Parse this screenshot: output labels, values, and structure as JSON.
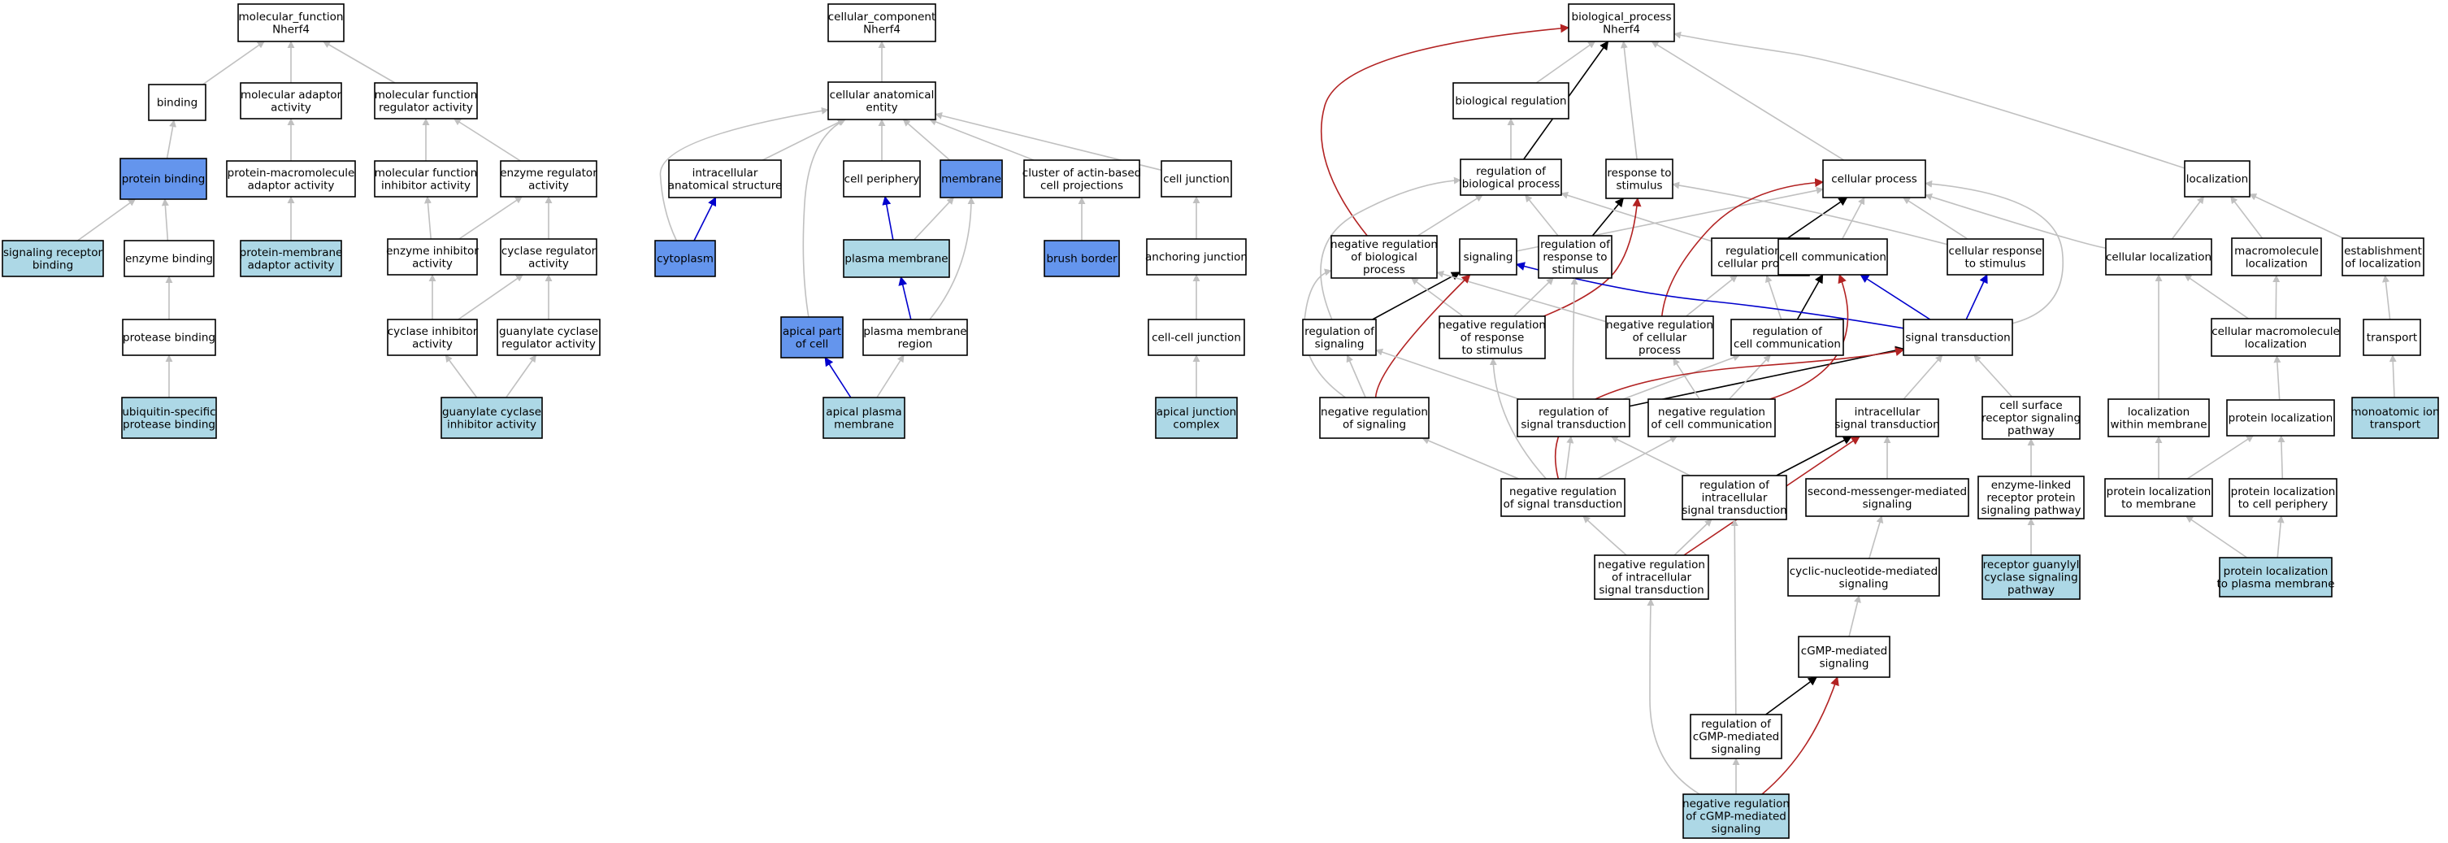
{
  "colors": {
    "plain": "#ffffff",
    "blue": "#6495ed",
    "light": "#add8e6",
    "is_a": "#c0c0c0",
    "part_of": "#0000cd",
    "regulates": "#000000",
    "neg_regulates": "#b22222"
  },
  "nodes": [
    {
      "id": "mf",
      "lines": [
        "molecular_function",
        "Nherf4"
      ],
      "fill": "plain"
    },
    {
      "id": "binding",
      "lines": [
        "binding"
      ],
      "fill": "plain"
    },
    {
      "id": "mol_adaptor",
      "lines": [
        "molecular adaptor",
        "activity"
      ],
      "fill": "plain"
    },
    {
      "id": "mf_reg",
      "lines": [
        "molecular function",
        "regulator activity"
      ],
      "fill": "plain"
    },
    {
      "id": "protein_binding",
      "lines": [
        "protein binding"
      ],
      "fill": "blue"
    },
    {
      "id": "pm_adaptor",
      "lines": [
        "protein-macromolecule",
        "adaptor activity"
      ],
      "fill": "plain"
    },
    {
      "id": "mf_inhib",
      "lines": [
        "molecular function",
        "inhibitor activity"
      ],
      "fill": "plain"
    },
    {
      "id": "enzyme_reg",
      "lines": [
        "enzyme regulator",
        "activity"
      ],
      "fill": "plain"
    },
    {
      "id": "sig_rec_binding",
      "lines": [
        "signaling receptor",
        "binding"
      ],
      "fill": "light"
    },
    {
      "id": "enzyme_binding",
      "lines": [
        "enzyme binding"
      ],
      "fill": "plain"
    },
    {
      "id": "pmem_adaptor",
      "lines": [
        "protein-membrane",
        "adaptor activity"
      ],
      "fill": "light"
    },
    {
      "id": "enzyme_inhib",
      "lines": [
        "enzyme inhibitor",
        "activity"
      ],
      "fill": "plain"
    },
    {
      "id": "cyclase_reg",
      "lines": [
        "cyclase regulator",
        "activity"
      ],
      "fill": "plain"
    },
    {
      "id": "protease_binding",
      "lines": [
        "protease binding"
      ],
      "fill": "plain"
    },
    {
      "id": "cyclase_inhib",
      "lines": [
        "cyclase inhibitor",
        "activity"
      ],
      "fill": "plain"
    },
    {
      "id": "gc_reg",
      "lines": [
        "guanylate cyclase",
        "regulator activity"
      ],
      "fill": "plain"
    },
    {
      "id": "ubiq",
      "lines": [
        "ubiquitin-specific",
        "protease binding"
      ],
      "fill": "light"
    },
    {
      "id": "gc_inhib",
      "lines": [
        "guanylate cyclase",
        "inhibitor activity"
      ],
      "fill": "light"
    },
    {
      "id": "cc",
      "lines": [
        "cellular_component",
        "Nherf4"
      ],
      "fill": "plain"
    },
    {
      "id": "cae",
      "lines": [
        "cellular anatomical",
        "entity"
      ],
      "fill": "plain"
    },
    {
      "id": "ias",
      "lines": [
        "intracellular",
        "anatomical structure"
      ],
      "fill": "plain"
    },
    {
      "id": "cell_periphery",
      "lines": [
        "cell periphery"
      ],
      "fill": "plain"
    },
    {
      "id": "membrane",
      "lines": [
        "membrane"
      ],
      "fill": "blue"
    },
    {
      "id": "cluster_actin",
      "lines": [
        "cluster of actin-based",
        "cell projections"
      ],
      "fill": "plain"
    },
    {
      "id": "cell_junction",
      "lines": [
        "cell junction"
      ],
      "fill": "plain"
    },
    {
      "id": "cytoplasm",
      "lines": [
        "cytoplasm"
      ],
      "fill": "blue"
    },
    {
      "id": "plasma_membrane",
      "lines": [
        "plasma membrane"
      ],
      "fill": "light"
    },
    {
      "id": "brush_border",
      "lines": [
        "brush border"
      ],
      "fill": "blue"
    },
    {
      "id": "anchoring_junction",
      "lines": [
        "anchoring junction"
      ],
      "fill": "plain"
    },
    {
      "id": "apical_part",
      "lines": [
        "apical part",
        "of cell"
      ],
      "fill": "blue"
    },
    {
      "id": "pm_region",
      "lines": [
        "plasma membrane",
        "region"
      ],
      "fill": "plain"
    },
    {
      "id": "cell_cell_junction",
      "lines": [
        "cell-cell junction"
      ],
      "fill": "plain"
    },
    {
      "id": "apical_pm",
      "lines": [
        "apical plasma",
        "membrane"
      ],
      "fill": "light"
    },
    {
      "id": "apical_junction",
      "lines": [
        "apical junction",
        "complex"
      ],
      "fill": "light"
    },
    {
      "id": "bp",
      "lines": [
        "biological_process",
        "Nherf4"
      ],
      "fill": "plain"
    },
    {
      "id": "bio_reg",
      "lines": [
        "biological regulation"
      ],
      "fill": "plain"
    },
    {
      "id": "reg_bp",
      "lines": [
        "regulation of",
        "biological process"
      ],
      "fill": "plain"
    },
    {
      "id": "resp_stim",
      "lines": [
        "response to",
        "stimulus"
      ],
      "fill": "plain"
    },
    {
      "id": "cellular_process",
      "lines": [
        "cellular process"
      ],
      "fill": "plain"
    },
    {
      "id": "localization",
      "lines": [
        "localization"
      ],
      "fill": "plain"
    },
    {
      "id": "neg_reg_bp",
      "lines": [
        "negative regulation",
        "of biological",
        "process"
      ],
      "fill": "plain"
    },
    {
      "id": "signaling",
      "lines": [
        "signaling"
      ],
      "fill": "plain"
    },
    {
      "id": "reg_resp_stim",
      "lines": [
        "regulation of",
        "response to",
        "stimulus"
      ],
      "fill": "plain"
    },
    {
      "id": "reg_cell_proc",
      "lines": [
        "regulation of",
        "cellular process"
      ],
      "fill": "plain"
    },
    {
      "id": "cell_comm",
      "lines": [
        "cell communication"
      ],
      "fill": "plain"
    },
    {
      "id": "cell_resp_stim",
      "lines": [
        "cellular response",
        "to stimulus"
      ],
      "fill": "plain"
    },
    {
      "id": "cell_loc",
      "lines": [
        "cellular localization"
      ],
      "fill": "plain"
    },
    {
      "id": "macro_loc",
      "lines": [
        "macromolecule",
        "localization"
      ],
      "fill": "plain"
    },
    {
      "id": "estab_loc",
      "lines": [
        "establishment",
        "of localization"
      ],
      "fill": "plain"
    },
    {
      "id": "reg_signaling",
      "lines": [
        "regulation of",
        "signaling"
      ],
      "fill": "plain"
    },
    {
      "id": "neg_reg_resp",
      "lines": [
        "negative regulation",
        "of response",
        "to stimulus"
      ],
      "fill": "plain"
    },
    {
      "id": "neg_reg_cell_proc",
      "lines": [
        "negative regulation",
        "of cellular",
        "process"
      ],
      "fill": "plain"
    },
    {
      "id": "reg_cell_comm",
      "lines": [
        "regulation of",
        "cell communication"
      ],
      "fill": "plain"
    },
    {
      "id": "sig_trans",
      "lines": [
        "signal transduction"
      ],
      "fill": "plain"
    },
    {
      "id": "cell_macro_loc",
      "lines": [
        "cellular macromolecule",
        "localization"
      ],
      "fill": "plain"
    },
    {
      "id": "transport",
      "lines": [
        "transport"
      ],
      "fill": "plain"
    },
    {
      "id": "neg_reg_signaling",
      "lines": [
        "negative regulation",
        "of signaling"
      ],
      "fill": "plain"
    },
    {
      "id": "reg_sig_trans",
      "lines": [
        "regulation of",
        "signal transduction"
      ],
      "fill": "plain"
    },
    {
      "id": "neg_reg_cell_comm",
      "lines": [
        "negative regulation",
        "of cell communication"
      ],
      "fill": "plain"
    },
    {
      "id": "intra_sig",
      "lines": [
        "intracellular",
        "signal transduction"
      ],
      "fill": "plain"
    },
    {
      "id": "cell_surface",
      "lines": [
        "cell surface",
        "receptor signaling",
        "pathway"
      ],
      "fill": "plain"
    },
    {
      "id": "loc_membrane",
      "lines": [
        "localization",
        "within membrane"
      ],
      "fill": "plain"
    },
    {
      "id": "protein_loc",
      "lines": [
        "protein localization"
      ],
      "fill": "plain"
    },
    {
      "id": "monoatomic",
      "lines": [
        "monoatomic ion",
        "transport"
      ],
      "fill": "light"
    },
    {
      "id": "neg_reg_sig_trans",
      "lines": [
        "negative regulation",
        "of signal transduction"
      ],
      "fill": "plain"
    },
    {
      "id": "reg_intra_sig",
      "lines": [
        "regulation of",
        "intracellular",
        "signal transduction"
      ],
      "fill": "plain"
    },
    {
      "id": "second_msg",
      "lines": [
        "second-messenger-mediated",
        "signaling"
      ],
      "fill": "plain"
    },
    {
      "id": "enzyme_linked",
      "lines": [
        "enzyme-linked",
        "receptor protein",
        "signaling pathway"
      ],
      "fill": "plain"
    },
    {
      "id": "prot_loc_membrane",
      "lines": [
        "protein localization",
        "to membrane"
      ],
      "fill": "plain"
    },
    {
      "id": "prot_loc_periphery",
      "lines": [
        "protein localization",
        "to cell periphery"
      ],
      "fill": "plain"
    },
    {
      "id": "neg_reg_intra_sig",
      "lines": [
        "negative regulation",
        "of intracellular",
        "signal transduction"
      ],
      "fill": "plain"
    },
    {
      "id": "cyclic_nuc",
      "lines": [
        "cyclic-nucleotide-mediated",
        "signaling"
      ],
      "fill": "plain"
    },
    {
      "id": "rgc_pathway",
      "lines": [
        "receptor guanylyl",
        "cyclase signaling",
        "pathway"
      ],
      "fill": "light"
    },
    {
      "id": "prot_loc_pm",
      "lines": [
        "protein localization",
        "to plasma membrane"
      ],
      "fill": "light"
    },
    {
      "id": "cgmp",
      "lines": [
        "cGMP-mediated",
        "signaling"
      ],
      "fill": "plain"
    },
    {
      "id": "reg_cgmp",
      "lines": [
        "regulation of",
        "cGMP-mediated",
        "signaling"
      ],
      "fill": "plain"
    },
    {
      "id": "neg_reg_cgmp",
      "lines": [
        "negative regulation",
        "of cGMP-mediated",
        "signaling"
      ],
      "fill": "light"
    }
  ],
  "edges": [
    [
      "binding",
      "mf",
      "is_a"
    ],
    [
      "mol_adaptor",
      "mf",
      "is_a"
    ],
    [
      "mf_reg",
      "mf",
      "is_a"
    ],
    [
      "protein_binding",
      "binding",
      "is_a"
    ],
    [
      "pm_adaptor",
      "mol_adaptor",
      "is_a"
    ],
    [
      "mf_inhib",
      "mf_reg",
      "is_a"
    ],
    [
      "enzyme_reg",
      "mf_reg",
      "is_a"
    ],
    [
      "sig_rec_binding",
      "protein_binding",
      "is_a"
    ],
    [
      "enzyme_binding",
      "protein_binding",
      "is_a"
    ],
    [
      "pmem_adaptor",
      "pm_adaptor",
      "is_a"
    ],
    [
      "enzyme_inhib",
      "mf_inhib",
      "is_a"
    ],
    [
      "enzyme_inhib",
      "enzyme_reg",
      "is_a"
    ],
    [
      "cyclase_reg",
      "enzyme_reg",
      "is_a"
    ],
    [
      "protease_binding",
      "enzyme_binding",
      "is_a"
    ],
    [
      "cyclase_inhib",
      "enzyme_inhib",
      "is_a"
    ],
    [
      "cyclase_inhib",
      "cyclase_reg",
      "is_a"
    ],
    [
      "gc_reg",
      "cyclase_reg",
      "is_a"
    ],
    [
      "ubiq",
      "protease_binding",
      "is_a"
    ],
    [
      "gc_inhib",
      "cyclase_inhib",
      "is_a"
    ],
    [
      "gc_inhib",
      "gc_reg",
      "is_a"
    ],
    [
      "cae",
      "cc",
      "is_a"
    ],
    [
      "ias",
      "cae",
      "is_a"
    ],
    [
      "cell_periphery",
      "cae",
      "is_a"
    ],
    [
      "membrane",
      "cae",
      "is_a"
    ],
    [
      "cluster_actin",
      "cae",
      "is_a"
    ],
    [
      "cell_junction",
      "cae",
      "is_a"
    ],
    [
      "cytoplasm",
      "cae",
      "is_a"
    ],
    [
      "apical_part",
      "cae",
      "is_a"
    ],
    [
      "cytoplasm",
      "ias",
      "part_of"
    ],
    [
      "plasma_membrane",
      "membrane",
      "is_a"
    ],
    [
      "plasma_membrane",
      "cell_periphery",
      "part_of"
    ],
    [
      "brush_border",
      "cluster_actin",
      "is_a"
    ],
    [
      "anchoring_junction",
      "cell_junction",
      "is_a"
    ],
    [
      "pm_region",
      "membrane",
      "is_a"
    ],
    [
      "pm_region",
      "plasma_membrane",
      "part_of"
    ],
    [
      "cell_cell_junction",
      "anchoring_junction",
      "is_a"
    ],
    [
      "apical_pm",
      "pm_region",
      "is_a"
    ],
    [
      "apical_pm",
      "apical_part",
      "part_of"
    ],
    [
      "apical_junction",
      "cell_cell_junction",
      "is_a"
    ],
    [
      "bio_reg",
      "bp",
      "is_a"
    ],
    [
      "resp_stim",
      "bp",
      "is_a"
    ],
    [
      "cellular_process",
      "bp",
      "is_a"
    ],
    [
      "localization",
      "bp",
      "is_a"
    ],
    [
      "reg_bp",
      "bio_reg",
      "is_a"
    ],
    [
      "reg_bp",
      "bp",
      "regulates"
    ],
    [
      "neg_reg_bp",
      "reg_bp",
      "is_a"
    ],
    [
      "neg_reg_bp",
      "bp",
      "neg_regulates"
    ],
    [
      "signaling",
      "cellular_process",
      "is_a"
    ],
    [
      "reg_resp_stim",
      "reg_bp",
      "is_a"
    ],
    [
      "reg_resp_stim",
      "resp_stim",
      "regulates"
    ],
    [
      "reg_cell_proc",
      "reg_bp",
      "is_a"
    ],
    [
      "reg_cell_proc",
      "cellular_process",
      "regulates"
    ],
    [
      "cell_comm",
      "cellular_process",
      "is_a"
    ],
    [
      "cell_resp_stim",
      "cellular_process",
      "is_a"
    ],
    [
      "cell_resp_stim",
      "resp_stim",
      "is_a"
    ],
    [
      "cell_loc",
      "cellular_process",
      "is_a"
    ],
    [
      "cell_loc",
      "localization",
      "is_a"
    ],
    [
      "macro_loc",
      "localization",
      "is_a"
    ],
    [
      "estab_loc",
      "localization",
      "is_a"
    ],
    [
      "reg_signaling",
      "reg_bp",
      "is_a"
    ],
    [
      "reg_signaling",
      "signaling",
      "regulates"
    ],
    [
      "neg_reg_resp",
      "neg_reg_bp",
      "is_a"
    ],
    [
      "neg_reg_resp",
      "reg_resp_stim",
      "is_a"
    ],
    [
      "neg_reg_resp",
      "resp_stim",
      "neg_regulates"
    ],
    [
      "neg_reg_cell_proc",
      "neg_reg_bp",
      "is_a"
    ],
    [
      "neg_reg_cell_proc",
      "reg_cell_proc",
      "is_a"
    ],
    [
      "neg_reg_cell_proc",
      "cellular_process",
      "neg_regulates"
    ],
    [
      "reg_cell_comm",
      "reg_cell_proc",
      "is_a"
    ],
    [
      "reg_cell_comm",
      "cell_comm",
      "regulates"
    ],
    [
      "sig_trans",
      "cellular_process",
      "is_a"
    ],
    [
      "sig_trans",
      "signaling",
      "part_of"
    ],
    [
      "sig_trans",
      "cell_comm",
      "part_of"
    ],
    [
      "sig_trans",
      "cell_resp_stim",
      "part_of"
    ],
    [
      "cell_macro_loc",
      "cell_loc",
      "is_a"
    ],
    [
      "cell_macro_loc",
      "macro_loc",
      "is_a"
    ],
    [
      "transport",
      "estab_loc",
      "is_a"
    ],
    [
      "neg_reg_signaling",
      "reg_signaling",
      "is_a"
    ],
    [
      "neg_reg_signaling",
      "neg_reg_bp",
      "is_a"
    ],
    [
      "neg_reg_signaling",
      "signaling",
      "neg_regulates"
    ],
    [
      "reg_sig_trans",
      "reg_signaling",
      "is_a"
    ],
    [
      "reg_sig_trans",
      "reg_cell_comm",
      "is_a"
    ],
    [
      "reg_sig_trans",
      "reg_resp_stim",
      "is_a"
    ],
    [
      "reg_sig_trans",
      "sig_trans",
      "regulates"
    ],
    [
      "neg_reg_cell_comm",
      "reg_cell_comm",
      "is_a"
    ],
    [
      "neg_reg_cell_comm",
      "neg_reg_cell_proc",
      "is_a"
    ],
    [
      "neg_reg_cell_comm",
      "cell_comm",
      "neg_regulates"
    ],
    [
      "intra_sig",
      "sig_trans",
      "is_a"
    ],
    [
      "cell_surface",
      "sig_trans",
      "is_a"
    ],
    [
      "loc_membrane",
      "cell_loc",
      "is_a"
    ],
    [
      "protein_loc",
      "cell_macro_loc",
      "is_a"
    ],
    [
      "monoatomic",
      "transport",
      "is_a"
    ],
    [
      "neg_reg_sig_trans",
      "reg_sig_trans",
      "is_a"
    ],
    [
      "neg_reg_sig_trans",
      "neg_reg_signaling",
      "is_a"
    ],
    [
      "neg_reg_sig_trans",
      "neg_reg_cell_comm",
      "is_a"
    ],
    [
      "neg_reg_sig_trans",
      "neg_reg_resp",
      "is_a"
    ],
    [
      "neg_reg_sig_trans",
      "sig_trans",
      "neg_regulates"
    ],
    [
      "reg_intra_sig",
      "reg_sig_trans",
      "is_a"
    ],
    [
      "reg_intra_sig",
      "intra_sig",
      "regulates"
    ],
    [
      "second_msg",
      "intra_sig",
      "is_a"
    ],
    [
      "enzyme_linked",
      "cell_surface",
      "is_a"
    ],
    [
      "prot_loc_membrane",
      "loc_membrane",
      "is_a"
    ],
    [
      "prot_loc_membrane",
      "protein_loc",
      "is_a"
    ],
    [
      "prot_loc_periphery",
      "protein_loc",
      "is_a"
    ],
    [
      "neg_reg_intra_sig",
      "reg_intra_sig",
      "is_a"
    ],
    [
      "neg_reg_intra_sig",
      "neg_reg_sig_trans",
      "is_a"
    ],
    [
      "neg_reg_intra_sig",
      "intra_sig",
      "neg_regulates"
    ],
    [
      "cyclic_nuc",
      "second_msg",
      "is_a"
    ],
    [
      "rgc_pathway",
      "enzyme_linked",
      "is_a"
    ],
    [
      "prot_loc_pm",
      "prot_loc_membrane",
      "is_a"
    ],
    [
      "prot_loc_pm",
      "prot_loc_periphery",
      "is_a"
    ],
    [
      "cgmp",
      "cyclic_nuc",
      "is_a"
    ],
    [
      "reg_cgmp",
      "reg_intra_sig",
      "is_a"
    ],
    [
      "reg_cgmp",
      "cgmp",
      "regulates"
    ],
    [
      "neg_reg_cgmp",
      "reg_cgmp",
      "is_a"
    ],
    [
      "neg_reg_cgmp",
      "neg_reg_intra_sig",
      "is_a"
    ],
    [
      "neg_reg_cgmp",
      "cgmp",
      "neg_regulates"
    ]
  ]
}
